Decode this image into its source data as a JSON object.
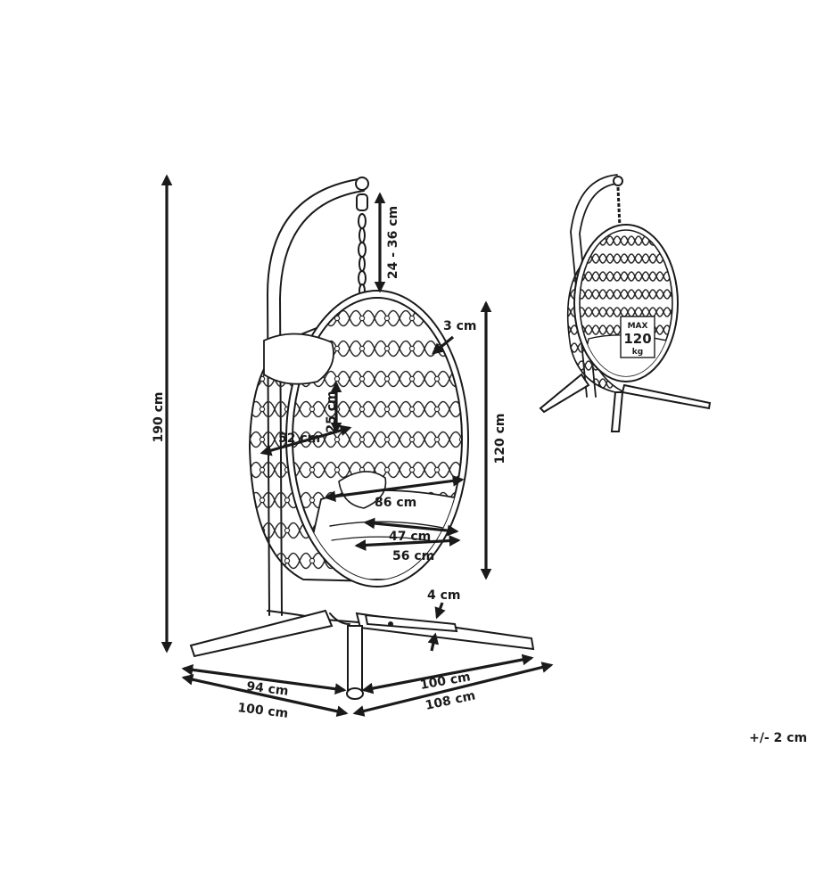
{
  "dimensions": {
    "total_height": "190 cm",
    "chain": "24 - 36 cm",
    "frame_thickness": "3 cm",
    "egg_height": "120 cm",
    "back_height": "25 cm",
    "side_depth": "52 cm",
    "egg_width": "86 cm",
    "seat_inner": "47 cm",
    "seat_outer": "56 cm",
    "leg_thickness": "4 cm",
    "base_left_inner": "94 cm",
    "base_left_outer": "100 cm",
    "base_right_inner": "100 cm",
    "base_right_outer": "108 cm"
  },
  "tolerance": "+/- 2 cm",
  "badge": {
    "line1": "MAX",
    "line2": "120",
    "line3": "kg"
  },
  "colors": {
    "stroke": "#1a1a1a",
    "background": "#ffffff"
  }
}
